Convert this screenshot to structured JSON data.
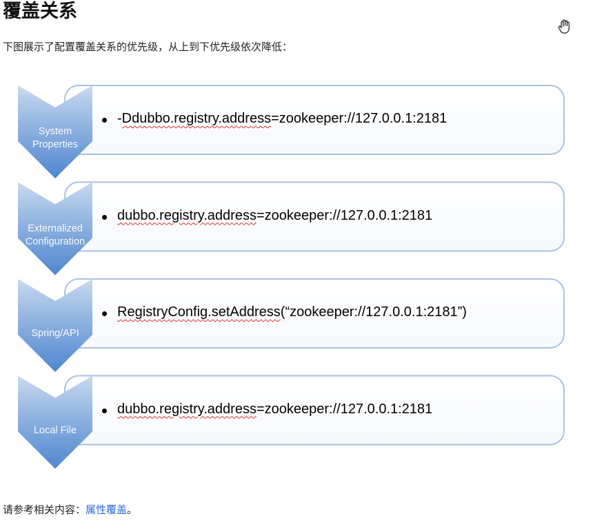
{
  "title": "覆盖关系",
  "intro": "下图展示了配置覆盖关系的优先级，从上到下优先级依次降低：",
  "diagram": {
    "rows": [
      {
        "label_lines": [
          "System",
          "Properties"
        ],
        "text_prefix": "-",
        "text_underlined": "Ddubbo.registry.address",
        "text_rest": "=zookeeper://127.0.0.1:2181"
      },
      {
        "label_lines": [
          "Externalized",
          "Configuration"
        ],
        "text_prefix": "",
        "text_underlined": "dubbo.registry.address",
        "text_rest": "=zookeeper://127.0.0.1:2181"
      },
      {
        "label_lines": [
          "Spring/API"
        ],
        "text_prefix": "",
        "text_underlined": "RegistryConfig.setAddress",
        "text_rest": "(“zookeeper://127.0.0.1:2181”)"
      },
      {
        "label_lines": [
          "Local File"
        ],
        "text_prefix": "",
        "text_underlined": "dubbo.registry.address",
        "text_rest": "=zookeeper://127.0.0.1:2181"
      }
    ],
    "colors": {
      "chevron_top": "#b7cde8",
      "chevron_bottom": "#5b8ed3",
      "box_border": "#a9c1df"
    }
  },
  "footer": {
    "prefix": "请参考相关内容：",
    "link": "属性覆盖",
    "suffix": "。"
  },
  "icons": {
    "cursor": "hand-pointer-icon"
  }
}
